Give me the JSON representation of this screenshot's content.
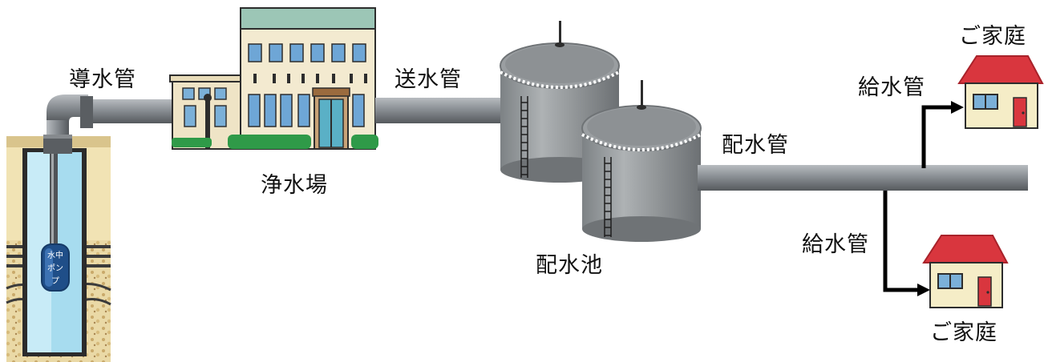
{
  "labels": {
    "intake_pipe": "導水管",
    "treatment_plant": "浄水場",
    "transmission_pipe": "送水管",
    "reservoir": "配水池",
    "distribution_pipe": "配水管",
    "service_pipe_top": "給水管",
    "service_pipe_bottom": "給水管",
    "home_top": "ご家庭",
    "home_bottom": "ご家庭",
    "pump": "水中ポンプ"
  },
  "icons": {
    "well": "well-icon",
    "pump": "submersible-pump-icon",
    "plant": "water-treatment-plant-icon",
    "tanks": "reservoir-tank-icon",
    "house": "house-icon"
  },
  "colors": {
    "pipe": "#8a8f94",
    "pipe_dark": "#5f6468",
    "water": "#9fd3ea",
    "soil": "#e8d6a3",
    "tank": "#9ea3a6",
    "roof": "#d9363e",
    "house_wall": "#f5edc7",
    "building": "#f3ead0"
  }
}
